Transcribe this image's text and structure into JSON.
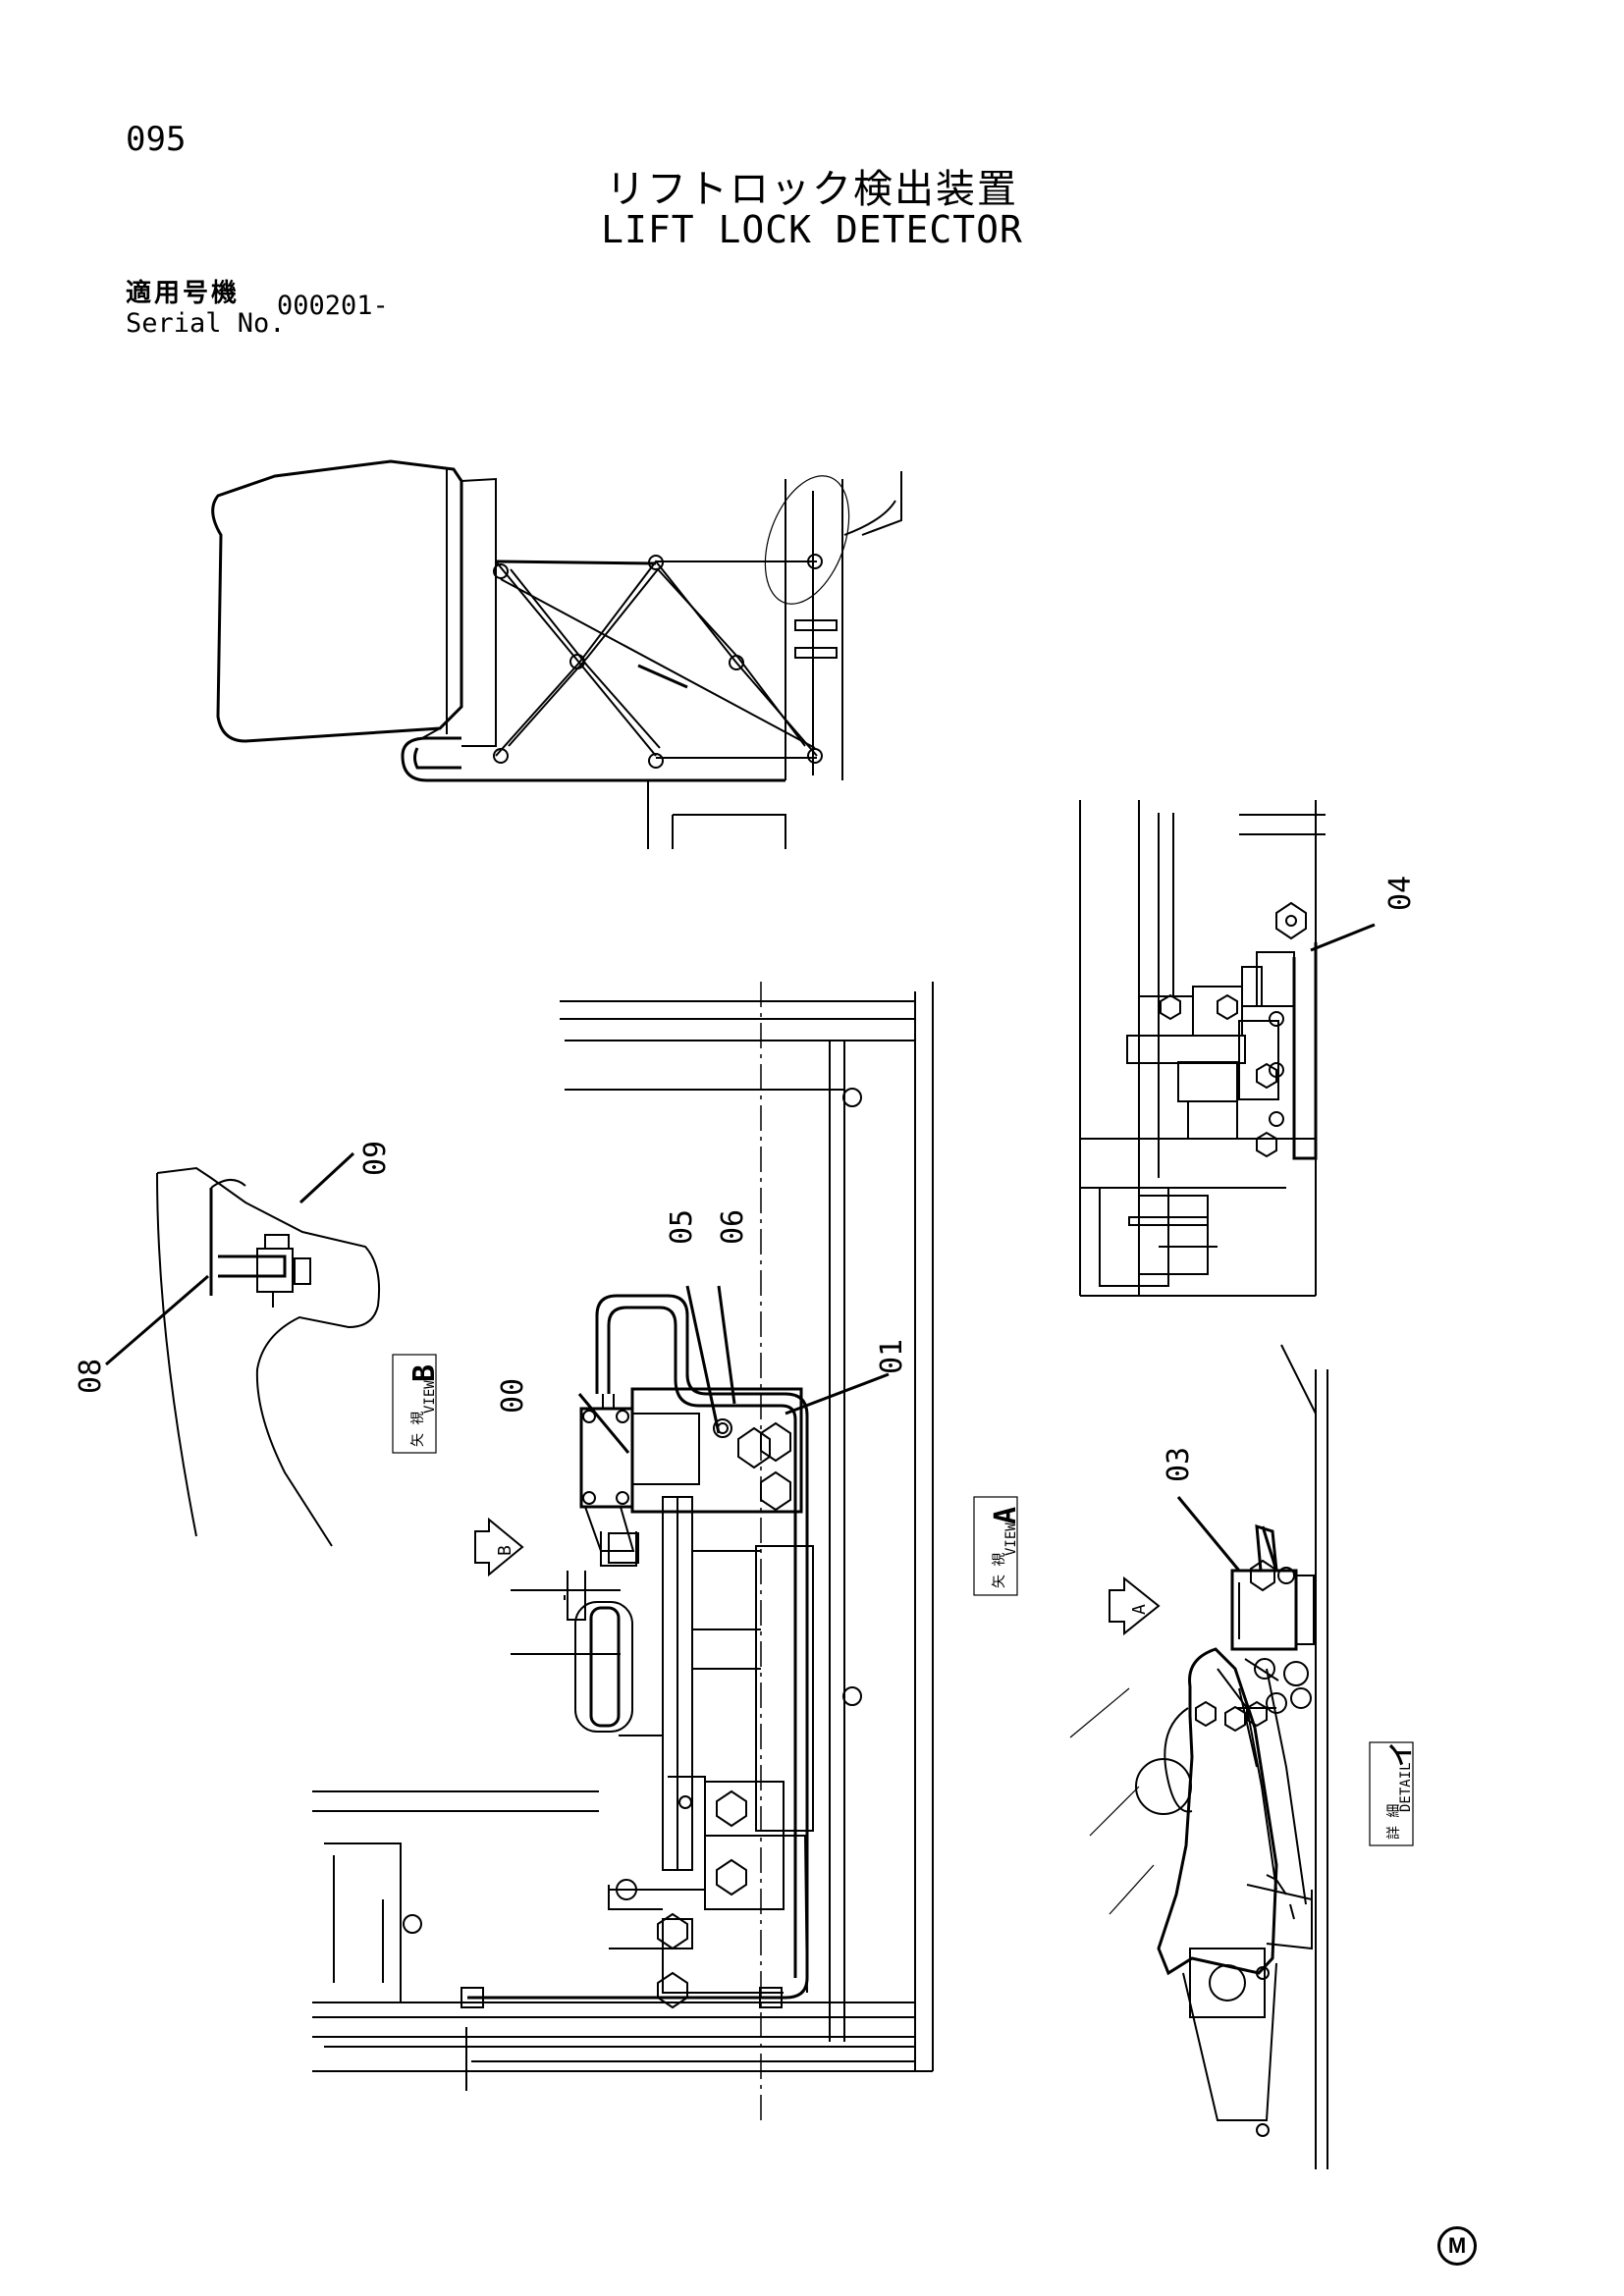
{
  "header": {
    "page_number": "095",
    "title_jp": "リフトロック検出装置",
    "title_en": "LIFT LOCK DETECTOR",
    "serial_label_jp": "適用号機",
    "serial_label_en": "Serial No.",
    "serial_value": "000201-"
  },
  "callouts": {
    "c00": "00",
    "c01": "01",
    "c03": "03",
    "c04": "04",
    "c05": "05",
    "c06": "06",
    "c08": "08",
    "c09": "09"
  },
  "views": {
    "view_a_jp": "矢 視",
    "view_a_en": "VIEW",
    "view_a_letter": "A",
    "view_b_jp": "矢 視",
    "view_b_en": "VIEW",
    "view_b_letter": "B",
    "detail_jp": "詳 細",
    "detail_en": "DETAIL",
    "detail_letter": "イ",
    "arrow_a": "A",
    "arrow_b": "B"
  },
  "footer": {
    "mark": "M"
  }
}
